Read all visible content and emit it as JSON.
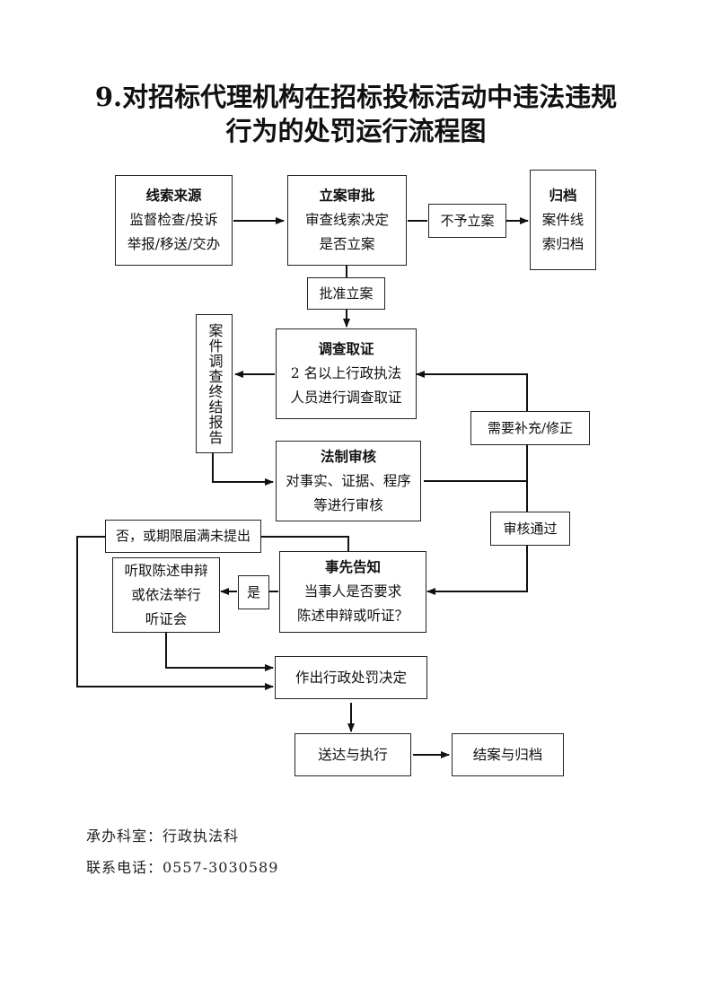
{
  "title": {
    "line1": "9.对招标代理机构在招标投标活动中违法违规",
    "line2": "行为的处罚运行流程图"
  },
  "nodes": {
    "clue_source": {
      "head": "线索来源",
      "lines": [
        "监督检查/投诉",
        "举报/移送/交办"
      ]
    },
    "case_approval": {
      "head": "立案审批",
      "lines": [
        "审查线索决定",
        "是否立案"
      ]
    },
    "no_filing": {
      "label": "不予立案"
    },
    "archive": {
      "head": "归档",
      "lines": [
        "案件线",
        "索归档"
      ]
    },
    "approve_filing": {
      "label": "批准立案"
    },
    "investigation": {
      "head": "调查取证",
      "lines": [
        "2 名以上行政执法",
        "人员进行调查取证"
      ]
    },
    "investigation_report": {
      "label": "案件调查终结报告"
    },
    "need_supplement": {
      "label": "需要补充/修正"
    },
    "legal_review": {
      "head": "法制审核",
      "lines": [
        "对事实、证据、程序",
        "等进行审核"
      ]
    },
    "review_passed": {
      "label": "审核通过"
    },
    "no_or_expired": {
      "label": "否，或期限届满未提出"
    },
    "hearing": {
      "lines": [
        "听取陈述申辩",
        "或依法举行",
        "听证会"
      ]
    },
    "yes": {
      "label": "是"
    },
    "prior_notice": {
      "head": "事先告知",
      "lines": [
        "当事人是否要求",
        "陈述申辩或听证？"
      ]
    },
    "penalty_decision": {
      "label": "作出行政处罚决定"
    },
    "delivery_execution": {
      "label": "送达与执行"
    },
    "close_archive": {
      "label": "结案与归档"
    }
  },
  "footer": {
    "department": "承办科室：行政执法科",
    "phone": "联系电话：0557-3030589"
  }
}
